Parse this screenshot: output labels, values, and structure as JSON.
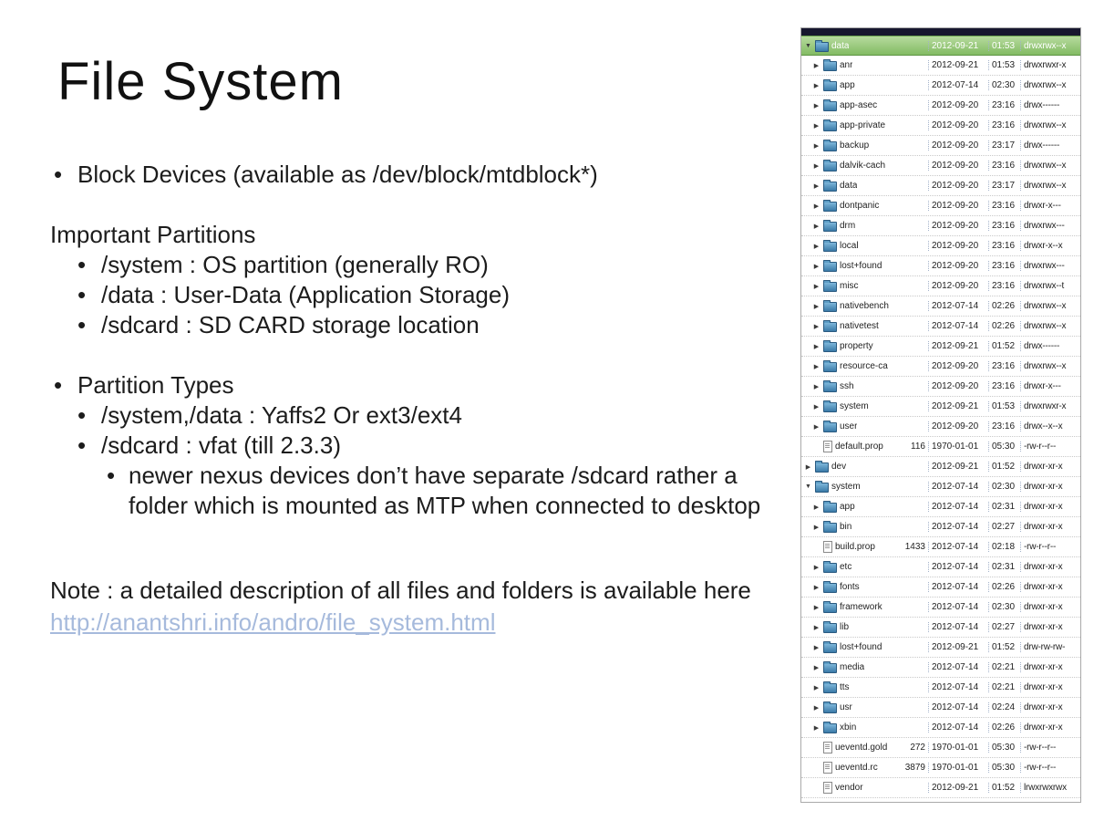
{
  "slide": {
    "title": "File System",
    "block_devices": "Block Devices (available as /dev/block/mtdblock*)",
    "important_partitions": {
      "heading": "Important Partitions",
      "items": [
        "/system : OS partition (generally RO)",
        "/data : User-Data (Application Storage)",
        "/sdcard : SD CARD storage location"
      ]
    },
    "partition_types": {
      "heading": "Partition Types",
      "items": [
        "/system,/data : Yaffs2 Or ext3/ext4",
        "/sdcard : vfat (till 2.3.3)"
      ],
      "sub_item": "newer nexus devices don’t have separate /sdcard rather a folder which is mounted as MTP when connected to desktop"
    },
    "note": "Note : a detailed description of all files and folders is available here",
    "link": "http://anantshri.info/andro/file_system.html"
  },
  "colors": {
    "highlight_green": "#8cc06e",
    "link_blue": "#a6badc",
    "folder_blue": "#3a7aa8",
    "panel_header_dark": "#17172e"
  },
  "file_panel": {
    "rows": [
      {
        "arrow": "down",
        "icon": "folder",
        "indent": 0,
        "name": "data",
        "size": "",
        "date": "2012-09-21",
        "time": "01:53",
        "perms": "drwxrwx--x",
        "highlight": true
      },
      {
        "arrow": "right",
        "icon": "folder",
        "indent": 1,
        "name": "anr",
        "size": "",
        "date": "2012-09-21",
        "time": "01:53",
        "perms": "drwxrwxr-x"
      },
      {
        "arrow": "right",
        "icon": "folder",
        "indent": 1,
        "name": "app",
        "size": "",
        "date": "2012-07-14",
        "time": "02:30",
        "perms": "drwxrwx--x"
      },
      {
        "arrow": "right",
        "icon": "folder",
        "indent": 1,
        "name": "app-asec",
        "size": "",
        "date": "2012-09-20",
        "time": "23:16",
        "perms": "drwx------"
      },
      {
        "arrow": "right",
        "icon": "folder",
        "indent": 1,
        "name": "app-private",
        "size": "",
        "date": "2012-09-20",
        "time": "23:16",
        "perms": "drwxrwx--x"
      },
      {
        "arrow": "right",
        "icon": "folder",
        "indent": 1,
        "name": "backup",
        "size": "",
        "date": "2012-09-20",
        "time": "23:17",
        "perms": "drwx------"
      },
      {
        "arrow": "right",
        "icon": "folder",
        "indent": 1,
        "name": "dalvik-cach",
        "size": "",
        "date": "2012-09-20",
        "time": "23:16",
        "perms": "drwxrwx--x"
      },
      {
        "arrow": "right",
        "icon": "folder",
        "indent": 1,
        "name": "data",
        "size": "",
        "date": "2012-09-20",
        "time": "23:17",
        "perms": "drwxrwx--x"
      },
      {
        "arrow": "right",
        "icon": "folder",
        "indent": 1,
        "name": "dontpanic",
        "size": "",
        "date": "2012-09-20",
        "time": "23:16",
        "perms": "drwxr-x---"
      },
      {
        "arrow": "right",
        "icon": "folder",
        "indent": 1,
        "name": "drm",
        "size": "",
        "date": "2012-09-20",
        "time": "23:16",
        "perms": "drwxrwx---"
      },
      {
        "arrow": "right",
        "icon": "folder",
        "indent": 1,
        "name": "local",
        "size": "",
        "date": "2012-09-20",
        "time": "23:16",
        "perms": "drwxr-x--x"
      },
      {
        "arrow": "right",
        "icon": "folder",
        "indent": 1,
        "name": "lost+found",
        "size": "",
        "date": "2012-09-20",
        "time": "23:16",
        "perms": "drwxrwx---"
      },
      {
        "arrow": "right",
        "icon": "folder",
        "indent": 1,
        "name": "misc",
        "size": "",
        "date": "2012-09-20",
        "time": "23:16",
        "perms": "drwxrwx--t"
      },
      {
        "arrow": "right",
        "icon": "folder",
        "indent": 1,
        "name": "nativebench",
        "size": "",
        "date": "2012-07-14",
        "time": "02:26",
        "perms": "drwxrwx--x"
      },
      {
        "arrow": "right",
        "icon": "folder",
        "indent": 1,
        "name": "nativetest",
        "size": "",
        "date": "2012-07-14",
        "time": "02:26",
        "perms": "drwxrwx--x"
      },
      {
        "arrow": "right",
        "icon": "folder",
        "indent": 1,
        "name": "property",
        "size": "",
        "date": "2012-09-21",
        "time": "01:52",
        "perms": "drwx------"
      },
      {
        "arrow": "right",
        "icon": "folder",
        "indent": 1,
        "name": "resource-ca",
        "size": "",
        "date": "2012-09-20",
        "time": "23:16",
        "perms": "drwxrwx--x"
      },
      {
        "arrow": "right",
        "icon": "folder",
        "indent": 1,
        "name": "ssh",
        "size": "",
        "date": "2012-09-20",
        "time": "23:16",
        "perms": "drwxr-x---"
      },
      {
        "arrow": "right",
        "icon": "folder",
        "indent": 1,
        "name": "system",
        "size": "",
        "date": "2012-09-21",
        "time": "01:53",
        "perms": "drwxrwxr-x"
      },
      {
        "arrow": "right",
        "icon": "folder",
        "indent": 1,
        "name": "user",
        "size": "",
        "date": "2012-09-20",
        "time": "23:16",
        "perms": "drwx--x--x"
      },
      {
        "arrow": "none",
        "icon": "file",
        "indent": 1,
        "name": "default.prop",
        "size": "116",
        "date": "1970-01-01",
        "time": "05:30",
        "perms": "-rw-r--r--"
      },
      {
        "arrow": "right",
        "icon": "folder",
        "indent": 0,
        "name": "dev",
        "size": "",
        "date": "2012-09-21",
        "time": "01:52",
        "perms": "drwxr-xr-x"
      },
      {
        "arrow": "down",
        "icon": "folder",
        "indent": 0,
        "name": "system",
        "size": "",
        "date": "2012-07-14",
        "time": "02:30",
        "perms": "drwxr-xr-x"
      },
      {
        "arrow": "right",
        "icon": "folder",
        "indent": 1,
        "name": "app",
        "size": "",
        "date": "2012-07-14",
        "time": "02:31",
        "perms": "drwxr-xr-x"
      },
      {
        "arrow": "right",
        "icon": "folder",
        "indent": 1,
        "name": "bin",
        "size": "",
        "date": "2012-07-14",
        "time": "02:27",
        "perms": "drwxr-xr-x"
      },
      {
        "arrow": "none",
        "icon": "file",
        "indent": 1,
        "name": "build.prop",
        "size": "1433",
        "date": "2012-07-14",
        "time": "02:18",
        "perms": "-rw-r--r--"
      },
      {
        "arrow": "right",
        "icon": "folder",
        "indent": 1,
        "name": "etc",
        "size": "",
        "date": "2012-07-14",
        "time": "02:31",
        "perms": "drwxr-xr-x"
      },
      {
        "arrow": "right",
        "icon": "folder",
        "indent": 1,
        "name": "fonts",
        "size": "",
        "date": "2012-07-14",
        "time": "02:26",
        "perms": "drwxr-xr-x"
      },
      {
        "arrow": "right",
        "icon": "folder",
        "indent": 1,
        "name": "framework",
        "size": "",
        "date": "2012-07-14",
        "time": "02:30",
        "perms": "drwxr-xr-x"
      },
      {
        "arrow": "right",
        "icon": "folder",
        "indent": 1,
        "name": "lib",
        "size": "",
        "date": "2012-07-14",
        "time": "02:27",
        "perms": "drwxr-xr-x"
      },
      {
        "arrow": "right",
        "icon": "folder",
        "indent": 1,
        "name": "lost+found",
        "size": "",
        "date": "2012-09-21",
        "time": "01:52",
        "perms": "drw-rw-rw-"
      },
      {
        "arrow": "right",
        "icon": "folder",
        "indent": 1,
        "name": "media",
        "size": "",
        "date": "2012-07-14",
        "time": "02:21",
        "perms": "drwxr-xr-x"
      },
      {
        "arrow": "right",
        "icon": "folder",
        "indent": 1,
        "name": "tts",
        "size": "",
        "date": "2012-07-14",
        "time": "02:21",
        "perms": "drwxr-xr-x"
      },
      {
        "arrow": "right",
        "icon": "folder",
        "indent": 1,
        "name": "usr",
        "size": "",
        "date": "2012-07-14",
        "time": "02:24",
        "perms": "drwxr-xr-x"
      },
      {
        "arrow": "right",
        "icon": "folder",
        "indent": 1,
        "name": "xbin",
        "size": "",
        "date": "2012-07-14",
        "time": "02:26",
        "perms": "drwxr-xr-x"
      },
      {
        "arrow": "none",
        "icon": "file",
        "indent": 1,
        "name": "ueventd.gold",
        "size": "272",
        "date": "1970-01-01",
        "time": "05:30",
        "perms": "-rw-r--r--"
      },
      {
        "arrow": "none",
        "icon": "file",
        "indent": 1,
        "name": "ueventd.rc",
        "size": "3879",
        "date": "1970-01-01",
        "time": "05:30",
        "perms": "-rw-r--r--"
      },
      {
        "arrow": "none",
        "icon": "file",
        "indent": 1,
        "name": "vendor",
        "size": "",
        "date": "2012-09-21",
        "time": "01:52",
        "perms": "lrwxrwxrwx"
      }
    ]
  }
}
